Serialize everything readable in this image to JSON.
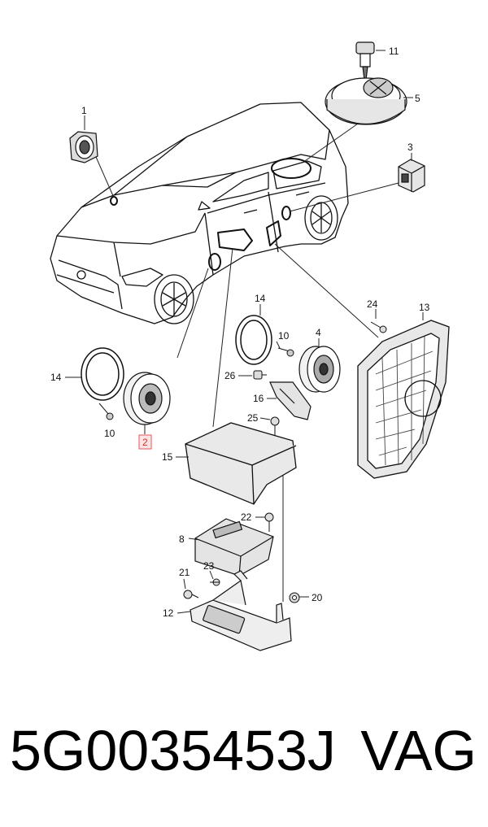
{
  "callouts": {
    "c1": "1",
    "c11": "11",
    "c5": "5",
    "c3": "3",
    "c14a": "14",
    "c24": "24",
    "c13": "13",
    "c10a": "10",
    "c4": "4",
    "c14b": "14",
    "c26": "26",
    "c16": "16",
    "c25": "25",
    "c10b": "10",
    "c2": "2",
    "c15": "15",
    "c22": "22",
    "c8": "8",
    "c21": "21",
    "c23": "23",
    "c20": "20",
    "c12": "12"
  },
  "highlighted_callout": "2",
  "footer": {
    "part_number": "5G0035453J",
    "brand": "VAG"
  }
}
